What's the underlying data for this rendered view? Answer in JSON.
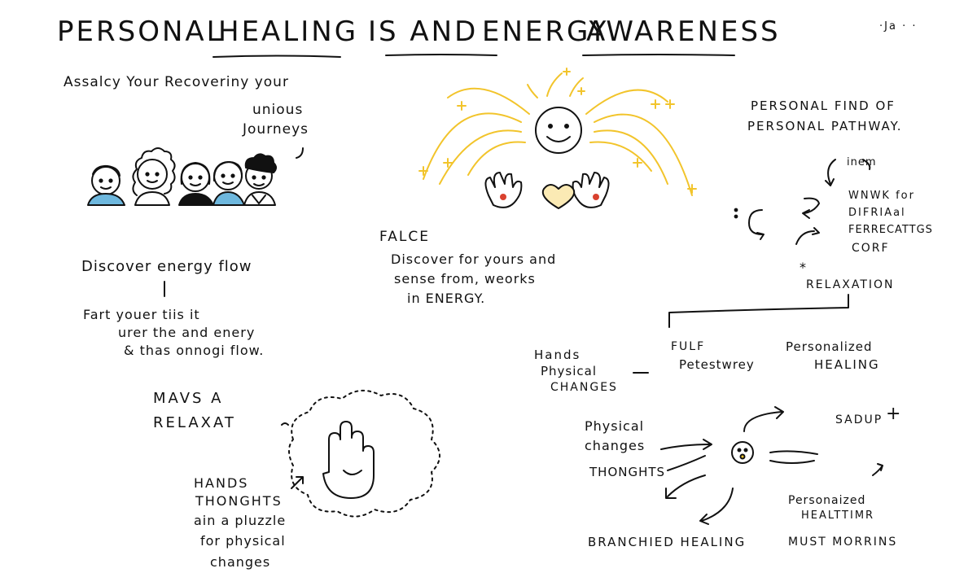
{
  "title": {
    "part1": "PERSONAL",
    "part2": "HEALING",
    "part3": "IS AND",
    "part4": "ENERGY",
    "part5": "AWARENESS",
    "corner_mark": "·Ja · ·"
  },
  "left_top": {
    "line1": "Assalcy Your Recoveriny your",
    "line2": "unious",
    "line3": "Journeys"
  },
  "discover_flow": {
    "heading": "Discover energy flow",
    "line1": "Fart youer tiis it",
    "line2": "urer the and enery",
    "line3": "& thas onnogi flow."
  },
  "relax": {
    "line1": "MAVS A",
    "line2": "RELAXAT"
  },
  "hands_thoughts": {
    "line1": "HANDS",
    "line2": "THONGHTS",
    "line3": "ain a pluzzle",
    "line4": "for physical",
    "line5": "changes"
  },
  "center": {
    "label": "FALCE",
    "line1": "Discover for yours and",
    "line2": "sense from, weorks",
    "line3": "in ENERGY."
  },
  "right_top": {
    "line1": "PERSONAL FIND OF",
    "line2": "PERSONAL PATHWAY."
  },
  "cycle": {
    "label_top": "inem",
    "line1": "WNWK for",
    "line2": "DIFRIAal",
    "line3": "FERRECATTGS",
    "line4": "CORF",
    "star": "*",
    "relaxation": "RELAXATION"
  },
  "branch": {
    "hands_line1": "Hands",
    "hands_line2": "Physical",
    "hands_line3": "CHANGES",
    "full_line1": "FULF",
    "full_line2": "Petestwrey",
    "pers_line1": "Personalized",
    "pers_line2": "HEALING"
  },
  "bottom_right": {
    "physical_line1": "Physical",
    "physical_line2": "changes",
    "thoughts": "THONGHTS",
    "sadup": "SADUP",
    "plus": "+",
    "pers_line1": "Personaized",
    "pers_line2": "HEALTTIMR",
    "branched": "BRANCHIED HEALING",
    "must": "MUST MORRINS"
  },
  "colors": {
    "ink": "#111111",
    "energy_yellow": "#F2C42B",
    "shirt_blue": "#6EB8DE",
    "shirt_black": "#111111",
    "heart_fill": "#FBEAB4",
    "palm_red": "#D9412F"
  },
  "icons": [
    "five-people-icon",
    "smiling-face-icon",
    "open-hands-icon",
    "heart-icon",
    "raised-hand-icon",
    "cloud-icon",
    "cycle-arrows-icon",
    "face-hub-icon"
  ]
}
